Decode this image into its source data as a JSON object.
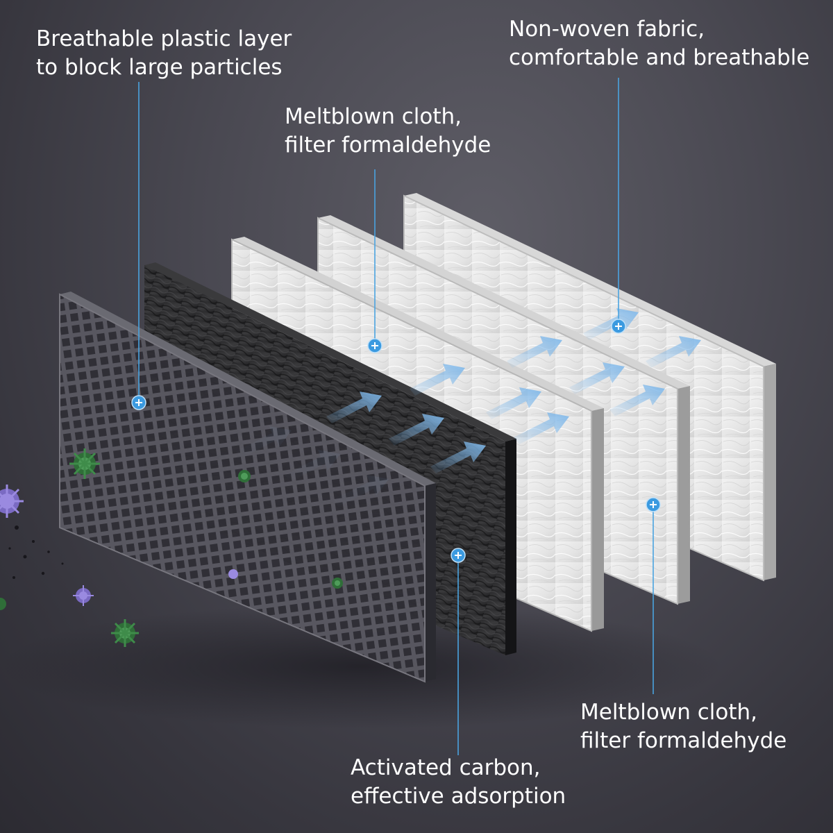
{
  "labels": {
    "plastic": {
      "line1": "Breathable plastic layer",
      "line2": "to block large particles"
    },
    "meltblown_top": {
      "line1": "Meltblown cloth,",
      "line2": "filter formaldehyde"
    },
    "nonwoven": {
      "line1": "Non-woven fabric,",
      "line2": "comfortable and breathable"
    },
    "meltblown_bottom": {
      "line1": "Meltblown cloth,",
      "line2": "filter formaldehyde"
    },
    "carbon": {
      "line1": "Activated carbon,",
      "line2": "effective adsorption"
    }
  },
  "colors": {
    "leader_line": "#4aa3e0",
    "marker": "#3b9ae0",
    "airflow_arrow": "#7fb8ea",
    "text": "#ffffff",
    "virus_purple": "#8a7ad0",
    "virus_green": "#3f8c4a"
  },
  "icons": {
    "marker": "plus-circle-icon",
    "particle_purple": "virus-purple-icon",
    "particle_green": "virus-green-icon"
  }
}
